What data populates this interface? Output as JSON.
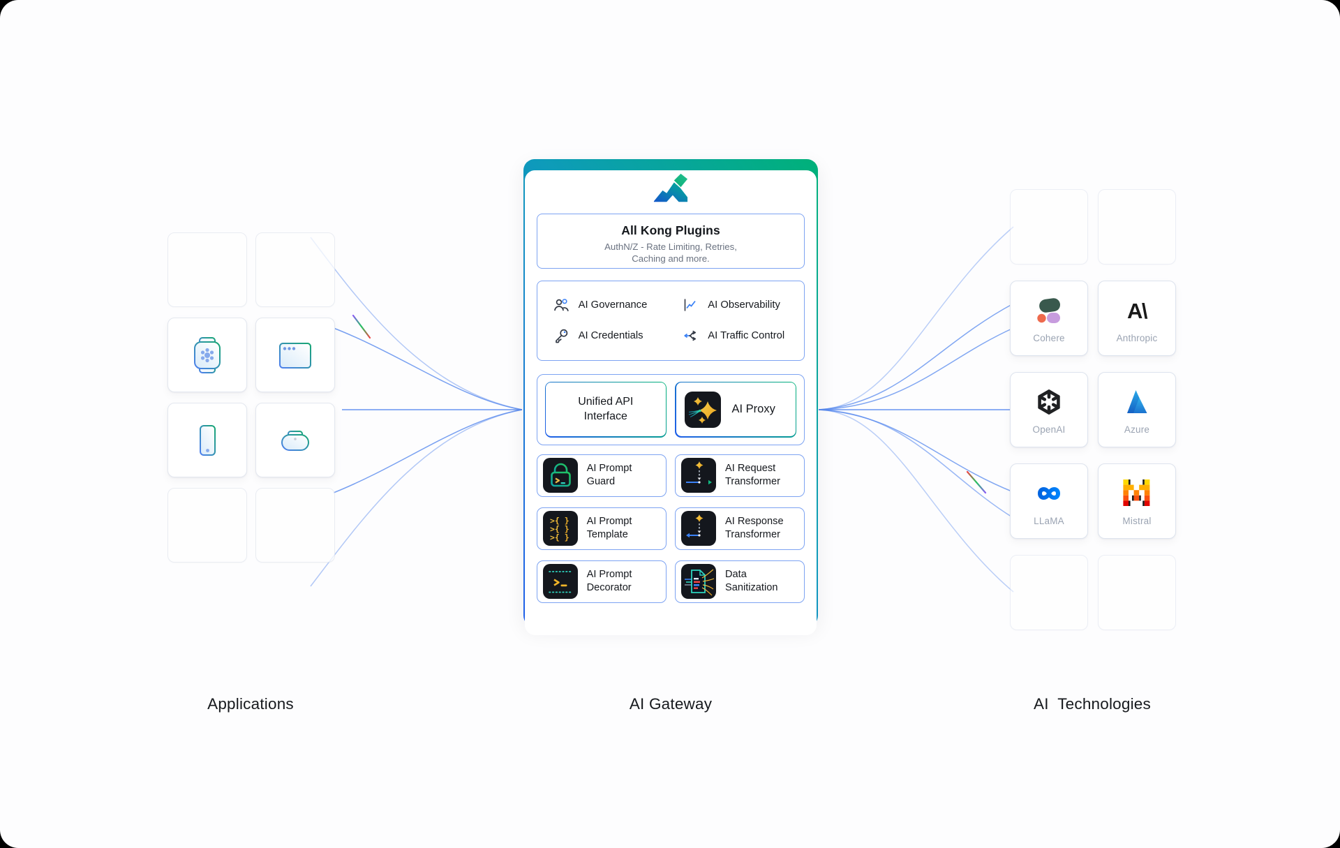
{
  "sections": {
    "applications": {
      "label": "Applications"
    },
    "gateway": {
      "label": "AI Gateway"
    },
    "technologies": {
      "label": "AI  Technologies"
    }
  },
  "gateway": {
    "logo": "kong-gorilla-logo",
    "kong_plugins": {
      "title": "All Kong Plugins",
      "subtitle_line1": "AuthN/Z - Rate Limiting, Retries,",
      "subtitle_line2": "Caching and more."
    },
    "capabilities": [
      {
        "label": "AI Governance",
        "icon": "users-icon"
      },
      {
        "label": "AI Observability",
        "icon": "line-chart-icon"
      },
      {
        "label": "AI Credentials",
        "icon": "key-icon"
      },
      {
        "label": "AI Traffic Control",
        "icon": "split-arrows-icon"
      }
    ],
    "core": {
      "unified_api": {
        "label": "Unified API Interface"
      },
      "ai_proxy": {
        "label": "AI Proxy",
        "icon": "sparkles-icon"
      }
    },
    "plugins": [
      {
        "label": "AI Prompt Guard",
        "icon": "lock-terminal-icon"
      },
      {
        "label": "AI Request Transformer",
        "icon": "request-transform-icon"
      },
      {
        "label": "AI Prompt Template",
        "icon": "braces-rows-icon"
      },
      {
        "label": "AI Response Transformer",
        "icon": "response-transform-icon"
      },
      {
        "label": "AI Prompt Decorator",
        "icon": "prompt-decorator-icon"
      },
      {
        "label": "Data Sanitization",
        "icon": "document-redaction-icon"
      }
    ]
  },
  "applications": {
    "devices": [
      {
        "name": "smartwatch"
      },
      {
        "name": "browser-window"
      },
      {
        "name": "smartphone"
      },
      {
        "name": "smart-speaker"
      }
    ]
  },
  "technologies": {
    "providers": [
      {
        "label": "Cohere"
      },
      {
        "label": "Anthropic"
      },
      {
        "label": "OpenAI"
      },
      {
        "label": "Azure"
      },
      {
        "label": "LLaMA"
      },
      {
        "label": "Mistral"
      }
    ]
  },
  "colors": {
    "canvas": "#fdfdfe",
    "inner_border_blue": "#7da3f2",
    "gateway_gradient_start": "#1f5eea",
    "gateway_gradient_end": "#00b179",
    "connection_line": "#5688ee",
    "tile_background": "#14171d",
    "title_text": "#15181d",
    "subtitle_text": "#6a7280",
    "provider_label_text": "#9aa3b2"
  }
}
